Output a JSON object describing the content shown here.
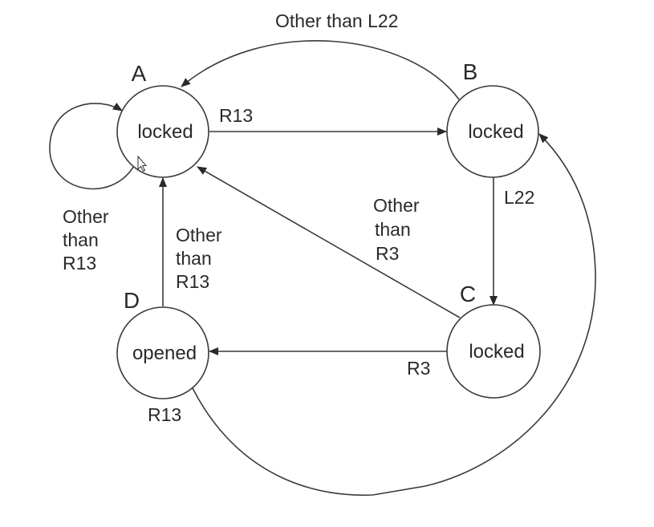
{
  "diagram": {
    "type": "state-machine",
    "colors": {
      "stroke": "#3a3a3a",
      "text": "#2a2a2a",
      "background": "#ffffff"
    },
    "nodes": [
      {
        "id": "A",
        "letter": "A",
        "state": "locked"
      },
      {
        "id": "B",
        "letter": "B",
        "state": "locked"
      },
      {
        "id": "C",
        "letter": "C",
        "state": "locked"
      },
      {
        "id": "D",
        "letter": "D",
        "state": "opened"
      }
    ],
    "edges": [
      {
        "from": "A",
        "to": "A",
        "label_lines": [
          "Other",
          "than",
          "R13"
        ]
      },
      {
        "from": "A",
        "to": "B",
        "label_lines": [
          "R13"
        ]
      },
      {
        "from": "B",
        "to": "A",
        "label_lines": [
          "Other than L22"
        ]
      },
      {
        "from": "B",
        "to": "C",
        "label_lines": [
          "L22"
        ]
      },
      {
        "from": "C",
        "to": "A",
        "label_lines": [
          "Other",
          "than",
          "R3"
        ]
      },
      {
        "from": "C",
        "to": "D",
        "label_lines": [
          "R3"
        ]
      },
      {
        "from": "D",
        "to": "A",
        "label_lines": [
          "Other",
          "than",
          "R13"
        ]
      },
      {
        "from": "D",
        "to": "B",
        "label_lines": [
          "R13"
        ]
      }
    ]
  }
}
